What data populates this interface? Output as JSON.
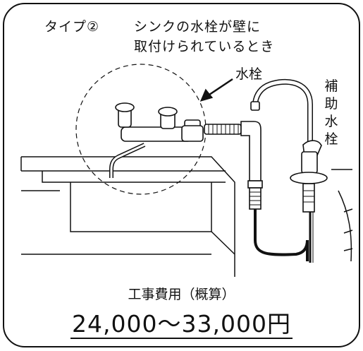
{
  "header": {
    "type_label": "タイプ②",
    "condition_line1": "シンクの水栓が壁に",
    "condition_line2": "取付けられているとき"
  },
  "labels": {
    "faucet": "水栓",
    "aux_faucet": "補助水栓"
  },
  "cost": {
    "label": "工事費用（概算）",
    "price": "24,000〜33,000円"
  },
  "icons": [
    "wall-faucet-icon",
    "auxiliary-faucet-icon",
    "sink-icon",
    "pointer-arrow-icon"
  ]
}
